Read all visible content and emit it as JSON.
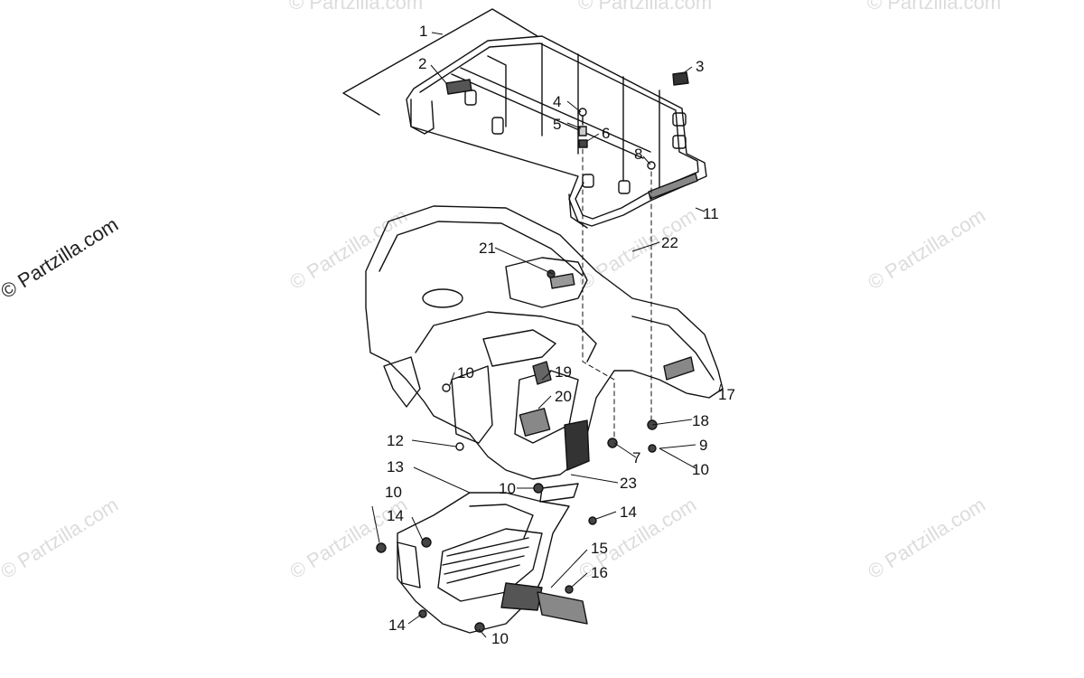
{
  "watermark": {
    "text": "© Partzilla.com"
  },
  "callouts": [
    {
      "id": "c1",
      "label": "1"
    },
    {
      "id": "c2",
      "label": "2"
    },
    {
      "id": "c3",
      "label": "3"
    },
    {
      "id": "c4",
      "label": "4"
    },
    {
      "id": "c5",
      "label": "5"
    },
    {
      "id": "c6",
      "label": "6"
    },
    {
      "id": "c7",
      "label": "7"
    },
    {
      "id": "c8",
      "label": "8"
    },
    {
      "id": "c9",
      "label": "9"
    },
    {
      "id": "c10a",
      "label": "10"
    },
    {
      "id": "c10b",
      "label": "10"
    },
    {
      "id": "c10c",
      "label": "10"
    },
    {
      "id": "c10d",
      "label": "10"
    },
    {
      "id": "c10e",
      "label": "10"
    },
    {
      "id": "c11",
      "label": "11"
    },
    {
      "id": "c12",
      "label": "12"
    },
    {
      "id": "c13",
      "label": "13"
    },
    {
      "id": "c14a",
      "label": "14"
    },
    {
      "id": "c14b",
      "label": "14"
    },
    {
      "id": "c14c",
      "label": "14"
    },
    {
      "id": "c15",
      "label": "15"
    },
    {
      "id": "c16",
      "label": "16"
    },
    {
      "id": "c17",
      "label": "17"
    },
    {
      "id": "c18",
      "label": "18"
    },
    {
      "id": "c19",
      "label": "19"
    },
    {
      "id": "c20",
      "label": "20"
    },
    {
      "id": "c21",
      "label": "21"
    },
    {
      "id": "c22",
      "label": "22"
    },
    {
      "id": "c23",
      "label": "23"
    }
  ]
}
